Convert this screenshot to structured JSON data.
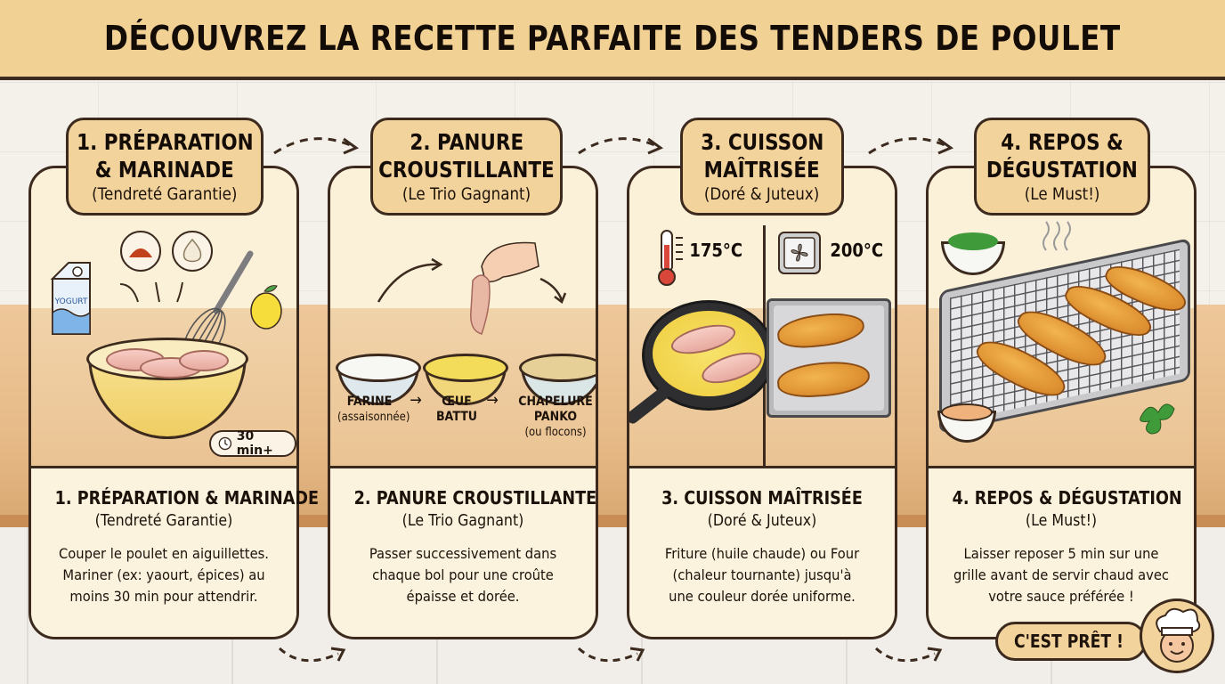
{
  "header": {
    "title": "DÉCOUVREZ LA RECETTE PARFAITE DES TENDERS DE POULET"
  },
  "steps": [
    {
      "tag_line1": "1. PRÉPARATION",
      "tag_line2": "& MARINADE",
      "tag_sub": "(Tendreté Garantie)",
      "title": "1. PRÉPARATION & MARINADE",
      "subtitle": "(Tendreté Garantie)",
      "description": "Couper le poulet en aiguillettes.\nMariner (ex: yaourt, épices) au\nmoins 30 min pour attendrir.",
      "illustration": {
        "carton_label": "YOGURT",
        "ingredients": [
          "yogurt-carton",
          "paprika",
          "garlic",
          "lemon",
          "whisk",
          "bowl-of-chicken"
        ],
        "timer_badge": "30 min+",
        "timer_icon": "clock-icon"
      }
    },
    {
      "tag_line1": "2. PANURE",
      "tag_line2": "CROUSTILLANTE",
      "tag_sub": "(Le Trio Gagnant)",
      "title": "2. PANURE CROUSTILLANTE",
      "subtitle": "(Le Trio Gagnant)",
      "description": "Passer successivement dans\nchaque bol pour une croûte\népaisse et dorée.",
      "illustration": {
        "bowls": [
          {
            "name": "FARINE",
            "note": "(assaisonnée)"
          },
          {
            "name": "ŒUF",
            "note": "BATTU"
          },
          {
            "name": "CHAPELURE",
            "note": "PANKO",
            "extra": "(ou flocons)"
          }
        ],
        "flow_arrow": "→"
      }
    },
    {
      "tag_line1": "3. CUISSON",
      "tag_line2": "MAÎTRISÉE",
      "tag_sub": "(Doré & Juteux)",
      "title": "3. CUISSON MAÎTRISÉE",
      "subtitle": "(Doré & Juteux)",
      "description": "Friture (huile chaude) ou Four\n(chaleur tournante) jusqu'à\nune couleur dorée uniforme.",
      "illustration": {
        "fry_temp": "175°C",
        "fry_icon": "thermometer-icon",
        "oven_temp": "200°C",
        "oven_icon": "fan-oven-icon"
      }
    },
    {
      "tag_line1": "4. REPOS &",
      "tag_line2": "DÉGUSTATION",
      "tag_sub": "(Le Must!)",
      "title": "4. REPOS & DÉGUSTATION",
      "subtitle": "(Le Must!)",
      "description": "Laisser reposer 5 min sur une\ngrille avant de servir chaud avec\nvotre sauce préférée !",
      "illustration": {
        "items": [
          "herbs-bowl",
          "cooling-rack-with-tenders",
          "sauce-bowl",
          "parsley",
          "steam"
        ]
      }
    }
  ],
  "badge": {
    "ready_label": "C'EST PRÊT !",
    "icon": "chef-icon"
  },
  "colors": {
    "banner": "#f2d195",
    "tag": "#f3d39c",
    "card": "#fbf3de",
    "outline": "#3b2a1d",
    "counter": "#e7bb88"
  }
}
